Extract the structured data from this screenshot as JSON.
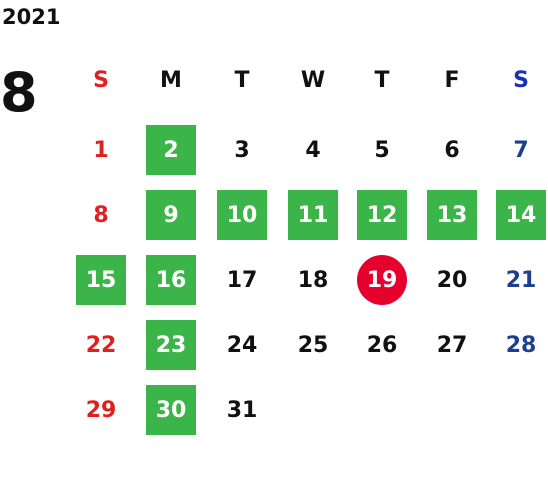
{
  "calendar": {
    "year": "2021",
    "month": "8",
    "weekdays": [
      {
        "label": "S",
        "color": "#e0201e"
      },
      {
        "label": "M",
        "color": "#111111"
      },
      {
        "label": "T",
        "color": "#111111"
      },
      {
        "label": "W",
        "color": "#111111"
      },
      {
        "label": "T",
        "color": "#111111"
      },
      {
        "label": "F",
        "color": "#111111"
      },
      {
        "label": "S",
        "color": "#1531b8"
      }
    ],
    "start_weekday": 0,
    "days": [
      {
        "day": "1",
        "color": "#e0201e"
      },
      {
        "day": "2",
        "highlight": "green"
      },
      {
        "day": "3",
        "color": "#111111"
      },
      {
        "day": "4",
        "color": "#111111"
      },
      {
        "day": "5",
        "color": "#111111"
      },
      {
        "day": "6",
        "color": "#111111"
      },
      {
        "day": "7",
        "color": "#1d3f8f"
      },
      {
        "day": "8",
        "color": "#e0201e"
      },
      {
        "day": "9",
        "highlight": "green"
      },
      {
        "day": "10",
        "highlight": "green"
      },
      {
        "day": "11",
        "highlight": "green"
      },
      {
        "day": "12",
        "highlight": "green"
      },
      {
        "day": "13",
        "highlight": "green"
      },
      {
        "day": "14",
        "highlight": "green"
      },
      {
        "day": "15",
        "highlight": "green"
      },
      {
        "day": "16",
        "highlight": "green"
      },
      {
        "day": "17",
        "color": "#111111"
      },
      {
        "day": "18",
        "color": "#111111"
      },
      {
        "day": "19",
        "highlight": "today"
      },
      {
        "day": "20",
        "color": "#111111"
      },
      {
        "day": "21",
        "color": "#1d3f8f"
      },
      {
        "day": "22",
        "color": "#e0201e"
      },
      {
        "day": "23",
        "highlight": "green"
      },
      {
        "day": "24",
        "color": "#111111"
      },
      {
        "day": "25",
        "color": "#111111"
      },
      {
        "day": "26",
        "color": "#111111"
      },
      {
        "day": "27",
        "color": "#111111"
      },
      {
        "day": "28",
        "color": "#1d3f8f"
      },
      {
        "day": "29",
        "color": "#e0201e"
      },
      {
        "day": "30",
        "highlight": "green"
      },
      {
        "day": "31",
        "color": "#111111"
      }
    ]
  },
  "colors": {
    "green": "#3bb54a",
    "today": "#e6002d",
    "sunday": "#e0201e",
    "saturday_header": "#1531b8",
    "saturday": "#1d3f8f",
    "text": "#111111"
  }
}
